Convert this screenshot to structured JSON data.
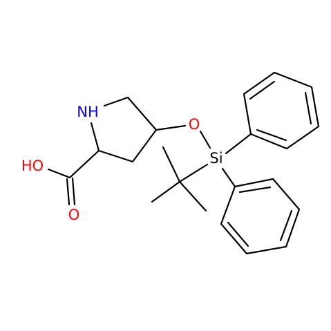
{
  "molecule": {
    "atoms": {
      "nh": {
        "label": "NH",
        "color": "#0000ff"
      },
      "oh": {
        "label": "HO",
        "color": "#ff0000"
      },
      "carbonyl_o": {
        "label": "O",
        "color": "#ff0000"
      },
      "ether_o": {
        "label": "O",
        "color": "#ff0000"
      },
      "si": {
        "label": "Si",
        "color": "#000000"
      }
    },
    "bond_color": "#000000"
  }
}
